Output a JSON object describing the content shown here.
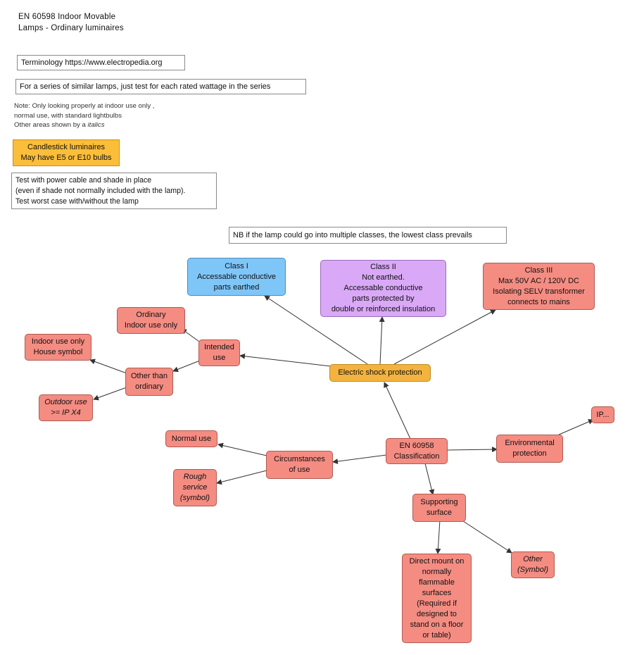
{
  "title": "EN 60598 Indoor Movable\nLamps - Ordinary luminaires",
  "notes": {
    "terminology": "Terminology https://www.electropedia.org",
    "series": "For a series of similar lamps, just test for each rated wattage in the series",
    "scope_line1": "Note: Only looking properly at indoor use only ,",
    "scope_line2": "normal use, with standard lightbulbs",
    "scope_line3_prefix": "Other areas shown by a",
    "scope_line3_italic": "italics",
    "candlestick": "Candlestick luminaires\nMay have E5 or E10 bulbs",
    "test": "Test with power cable and shade in place\n(even if shade not normally included with the lamp).\nTest worst case with/without the lamp",
    "nb": "NB if the lamp could go into multiple classes, the lowest class prevails"
  },
  "nodes": {
    "class1": "Class I\nAccessable conductive\nparts earthed",
    "class2": "Class II\nNot earthed.\nAccessable conductive\nparts protected by\ndouble or reinforced insulation",
    "class3": "Class III\nMax 50V AC / 120V DC\nIsolating SELV transformer\nconnects to mains",
    "ordinary": "Ordinary\nIndoor use only",
    "intended": "Intended\nuse",
    "indoor": "Indoor use only\nHouse symbol",
    "other_than": "Other than\nordinary",
    "outdoor": "Outdoor use\n>= IP X4",
    "shock": "Electric shock protection",
    "ip": "IP...",
    "normal_use": "Normal use",
    "circumstances": "Circumstances\nof use",
    "en60958": "EN 60958\nClassification",
    "environmental": "Environmental\nprotection",
    "rough": "Rough\nservice\n(symbol)",
    "supporting": "Supporting\nsurface",
    "direct_mount": "Direct mount on\nnormally\nflammable\nsurfaces\n(Required if\ndesigned to\nstand on a floor\nor table)",
    "other_symbol": "Other\n(Symbol)"
  },
  "colors": {
    "node_default": "#f48c82",
    "class1": "#7fc6f8",
    "class2": "#d9a8f6",
    "shock": "#f4b33f",
    "candlestick": "#fbbe3a"
  }
}
